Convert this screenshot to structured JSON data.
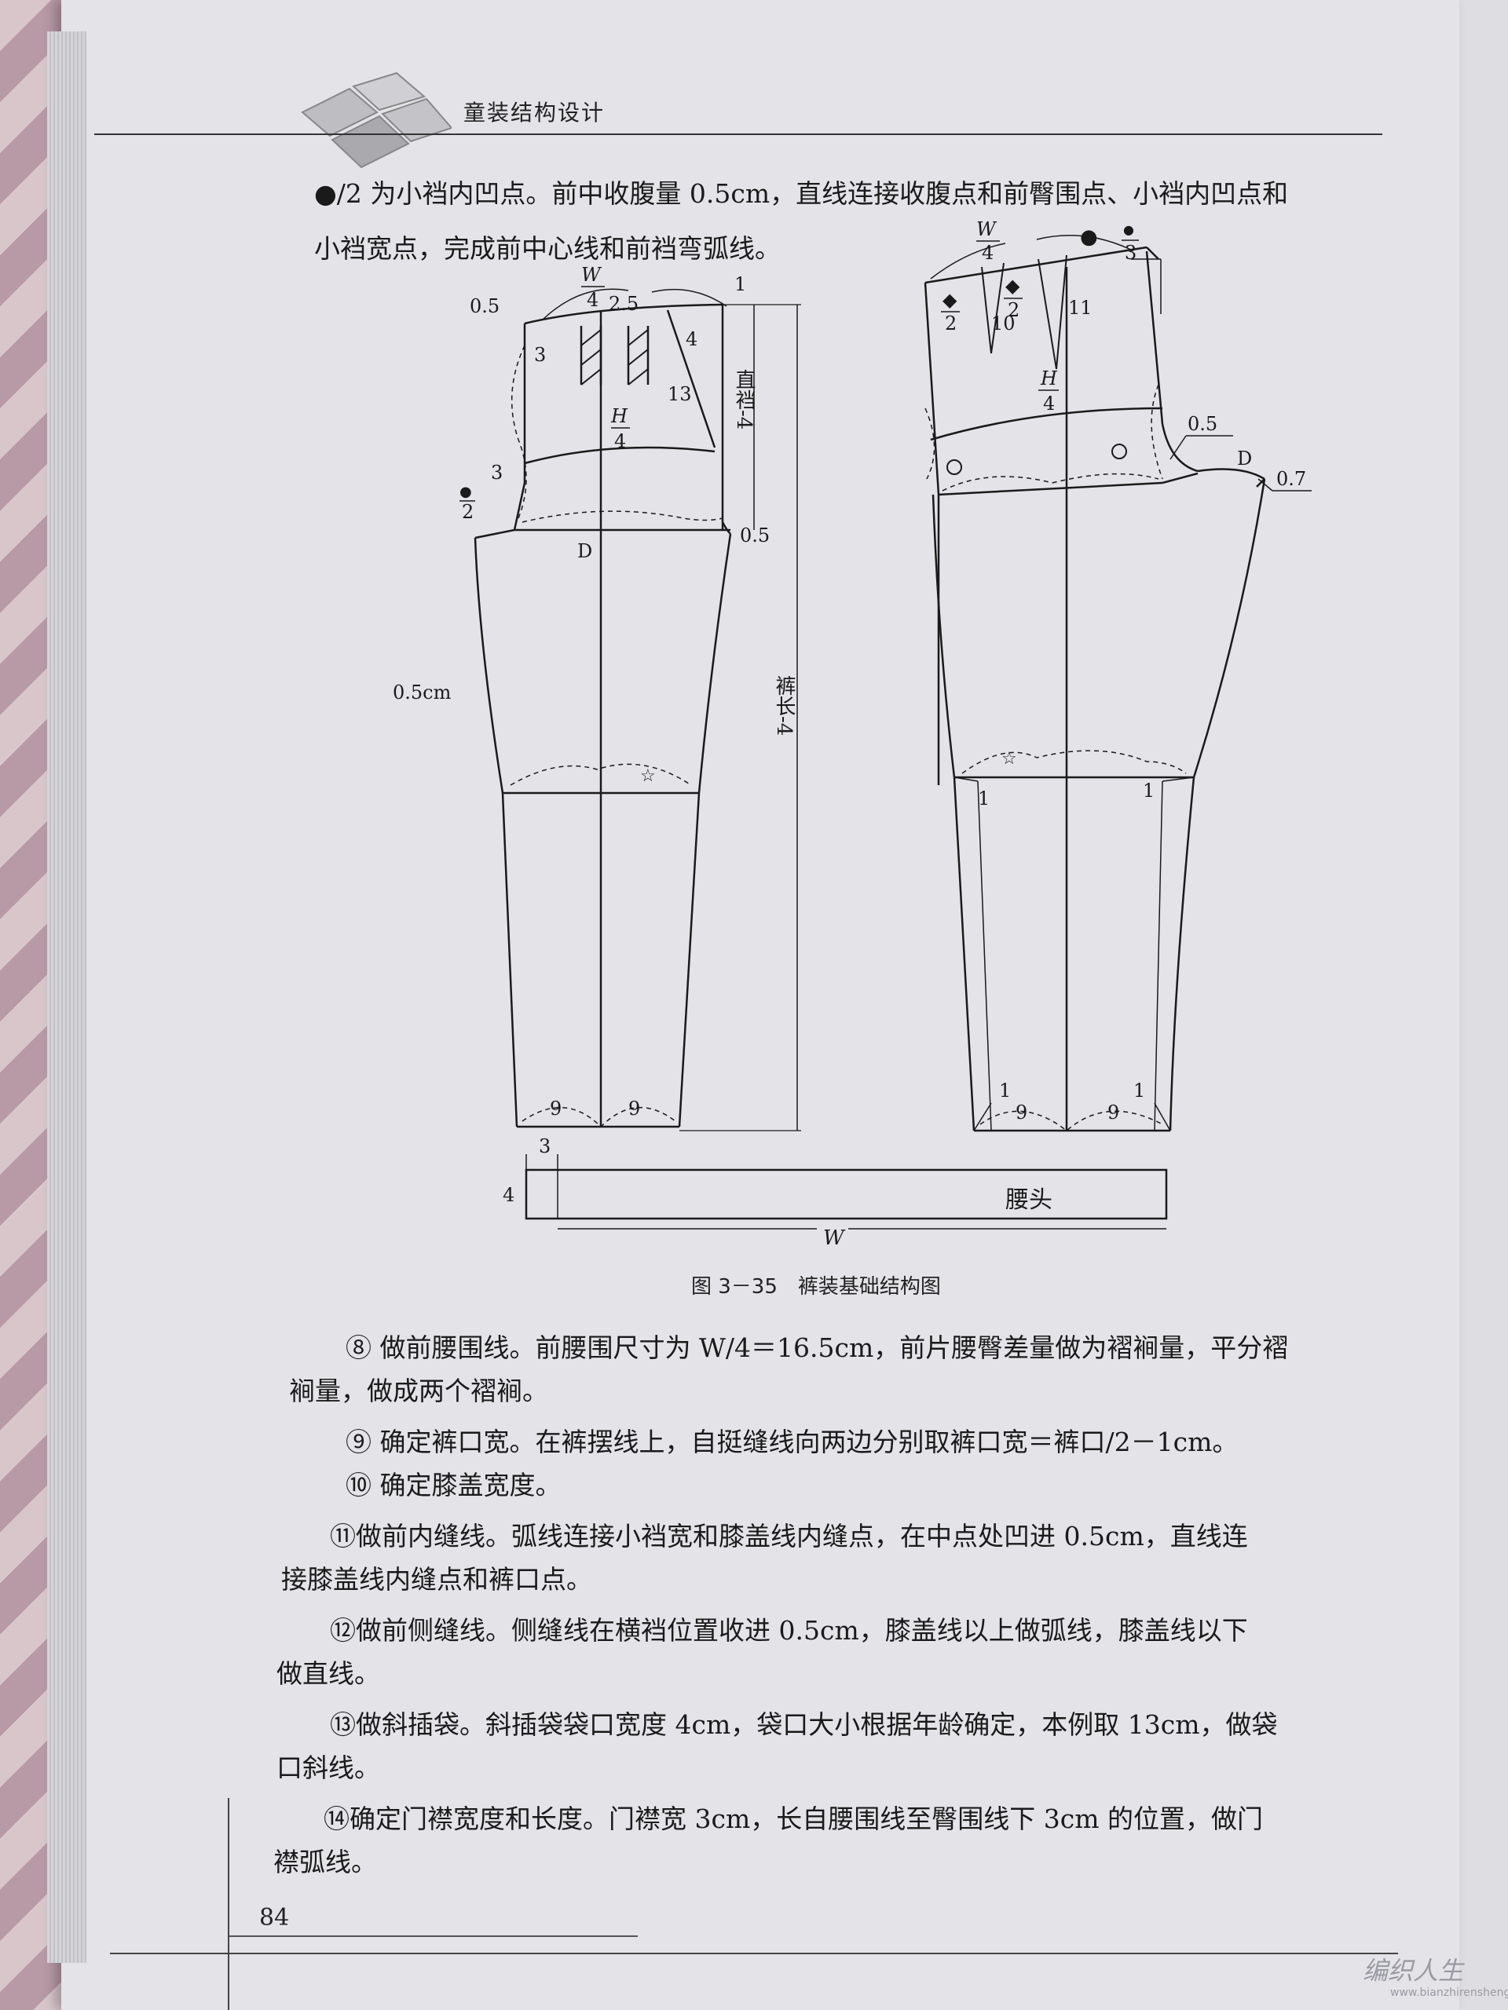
{
  "header": {
    "title": "童装结构设计"
  },
  "intro": {
    "line1": "●/2 为小裆内凹点。前中收腹量 0.5cm，直线连接收腹点和前臀围点、小裆内凹点和",
    "line2": "小裆宽点，完成前中心线和前裆弯弧线。"
  },
  "diagram": {
    "front": {
      "w_num": "W",
      "w_den": "4",
      "w_extra": "2.5",
      "top_left": "0.5",
      "top_right": "1",
      "label_3a": "3",
      "label_4": "4",
      "label_13": "13",
      "h_num": "H",
      "h_den": "4",
      "label_3b": "3",
      "dot_num": "●",
      "dot_den": "2",
      "label_D": "D",
      "label_05": "0.5",
      "side": "0.5cm",
      "crotch_dim": "直裆-4",
      "length_dim": "裤长-4",
      "hem_left": "9",
      "hem_right": "9"
    },
    "back": {
      "w_num": "W",
      "w_den": "4",
      "dot_num": "●",
      "dot_den": "3",
      "d1_num": "◆",
      "d1_den": "2",
      "d2_num": "◆",
      "d2_den": "2",
      "label_10": "10",
      "label_11": "11",
      "h_num": "H",
      "h_den": "4",
      "label_05": "0.5",
      "label_D": "D",
      "label_07": "0.7",
      "knee_left": "1",
      "knee_right": "1",
      "hem_l1": "1",
      "hem_l9": "9",
      "hem_r9": "9",
      "hem_r1": "1"
    },
    "waistband": {
      "label_3": "3",
      "label_4": "4",
      "name": "腰头",
      "length": "W"
    }
  },
  "caption": "图 3－35　裤装基础结构图",
  "body": [
    {
      "text": "⑧ 做前腰围线。前腰围尺寸为 W/4＝16.5cm，前片腰臀差量做为褶裥量，平分褶"
    },
    {
      "text": "裥量，做成两个褶裥。"
    },
    {
      "text": "⑨ 确定裤口宽。在裤摆线上，自挺缝线向两边分别取裤口宽＝裤口/2－1cm。"
    },
    {
      "text": "⑩ 确定膝盖宽度。"
    },
    {
      "text": "⑪做前内缝线。弧线连接小裆宽和膝盖线内缝点，在中点处凹进 0.5cm，直线连"
    },
    {
      "text": "接膝盖线内缝点和裤口点。"
    },
    {
      "text": "⑫做前侧缝线。侧缝线在横裆位置收进 0.5cm，膝盖线以上做弧线，膝盖线以下"
    },
    {
      "text": "做直线。"
    },
    {
      "text": "⑬做斜插袋。斜插袋袋口宽度 4cm，袋口大小根据年龄确定，本例取 13cm，做袋"
    },
    {
      "text": "口斜线。"
    },
    {
      "text": "⑭确定门襟宽度和长度。门襟宽 3cm，长自腰围线至臀围线下 3cm 的位置，做门"
    },
    {
      "text": "襟弧线。"
    }
  ],
  "page_number": "84",
  "watermark": {
    "name": "编织人生",
    "url": "www.bianzhirensheng.com"
  }
}
